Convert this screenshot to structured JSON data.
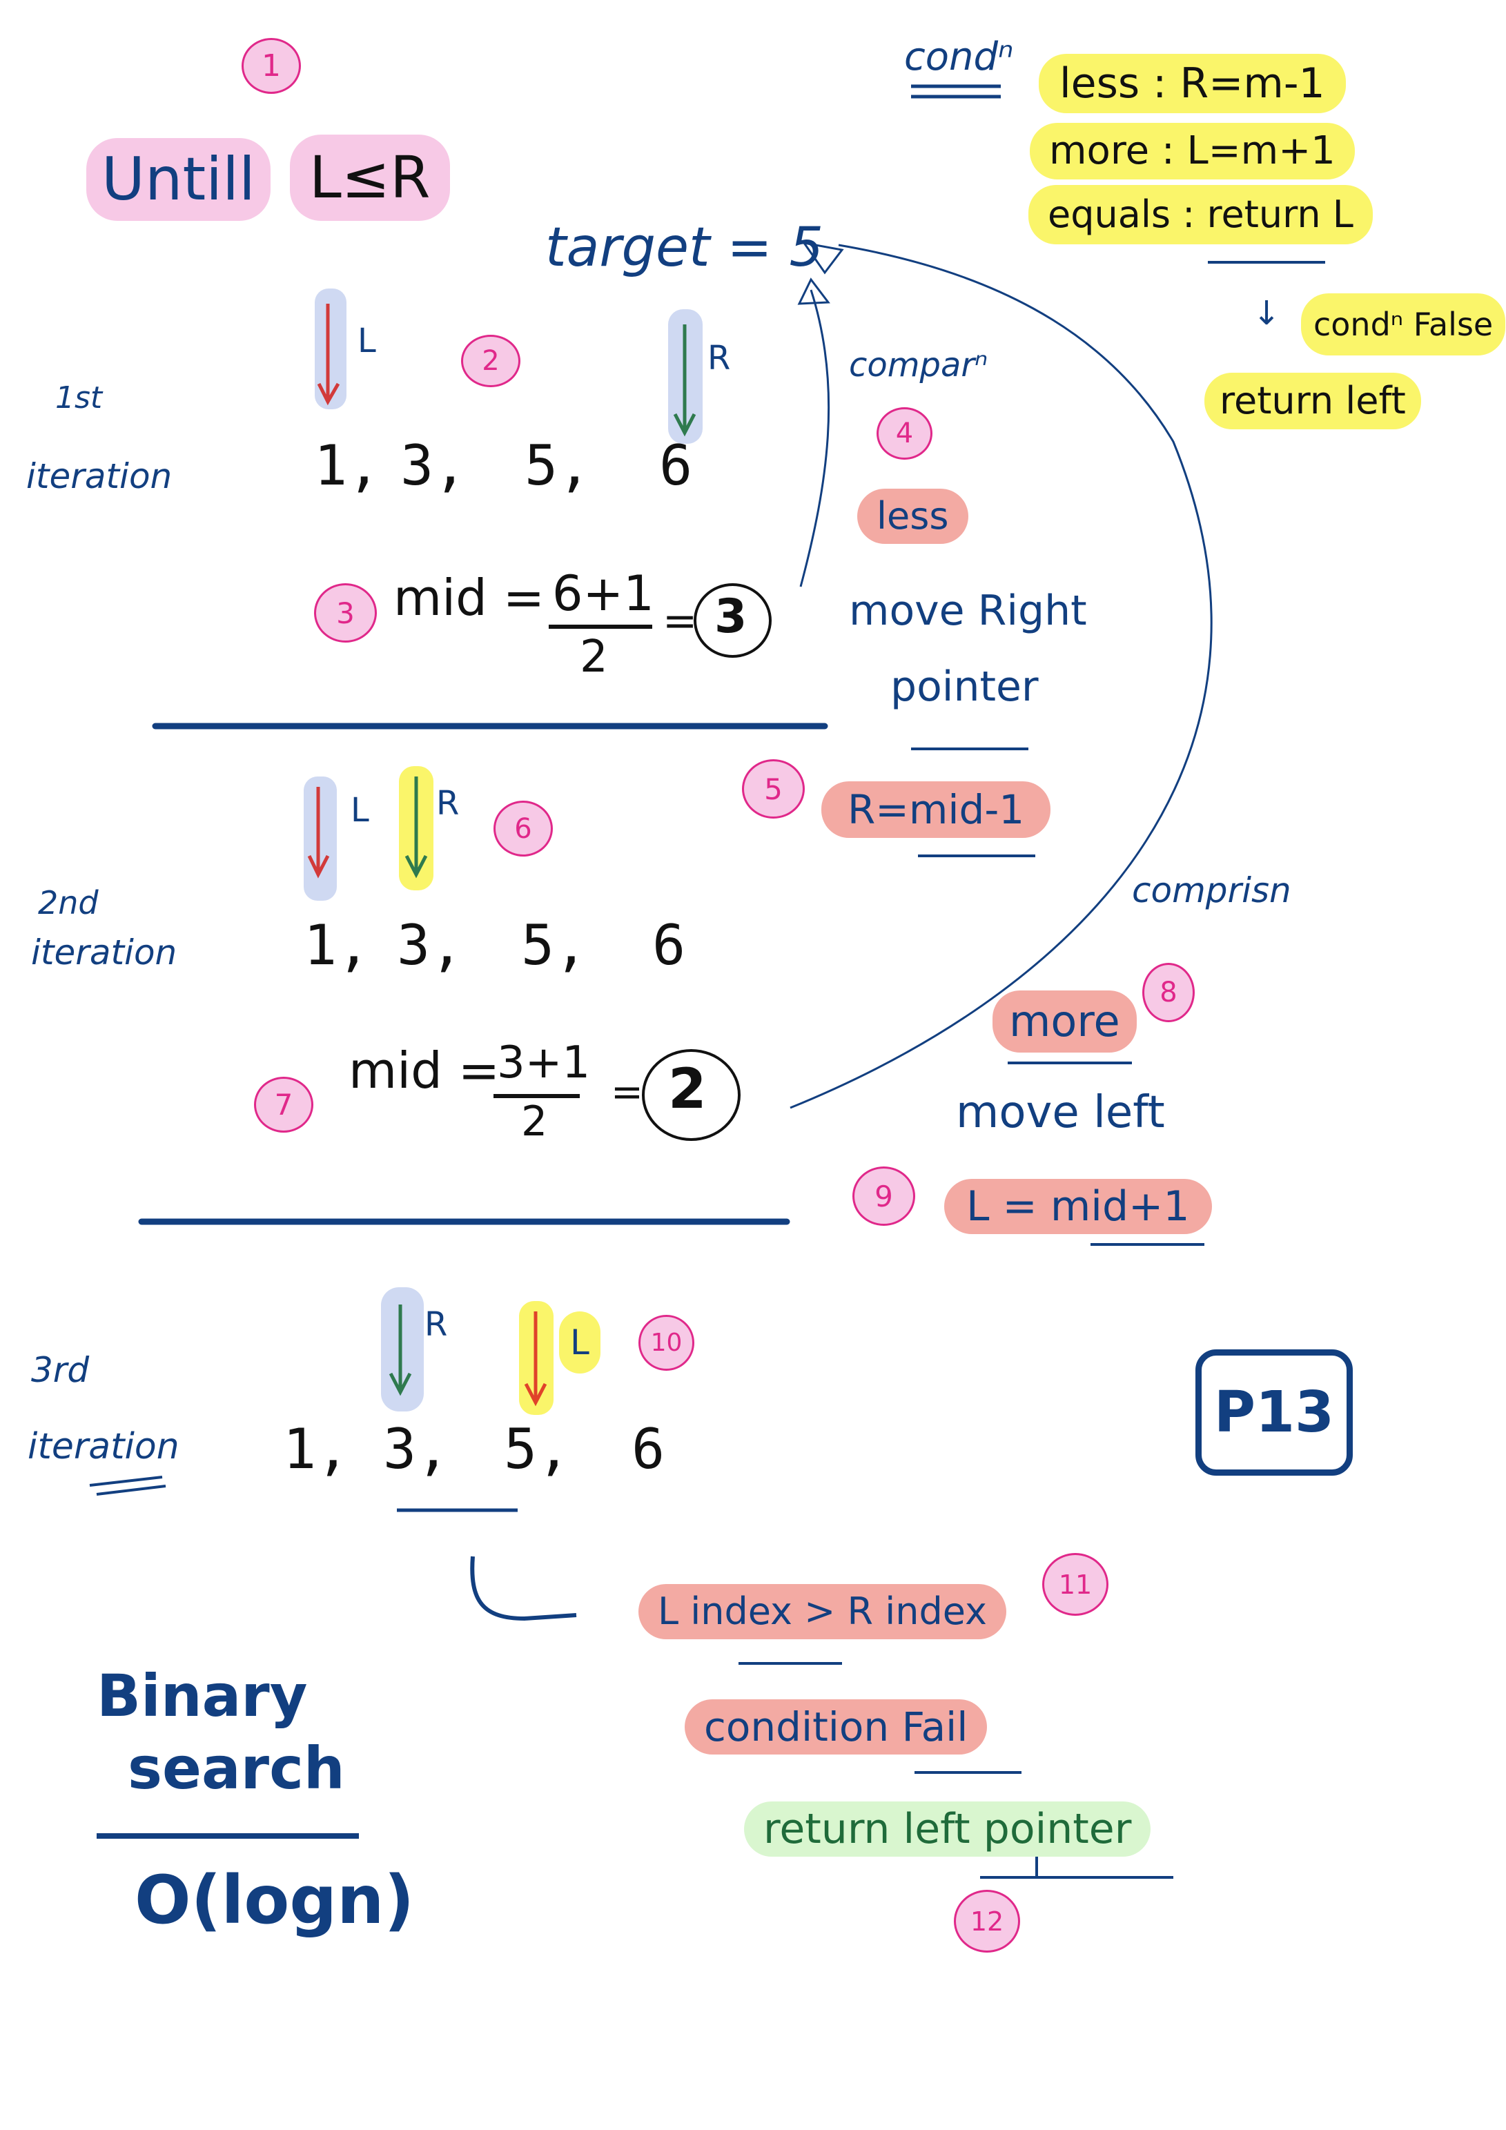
{
  "header": {
    "step1": "1",
    "until_label": "Untill",
    "until_expr": "L≤R",
    "target": "target = 5"
  },
  "conditions": {
    "title": "condⁿ",
    "less": "less : R=m-1",
    "more": "more : L=m+1",
    "equals": "equals : return L",
    "false_label": "condⁿ False",
    "return_left": "return left"
  },
  "iteration1": {
    "label_line1": "1st",
    "label_line2": "iteration",
    "step2": "2",
    "left_ptr": "L",
    "right_ptr": "R",
    "array": [
      "1,",
      "3,",
      "5,",
      "6"
    ],
    "step3": "3",
    "mid_label": "mid =",
    "mid_num": "6+1",
    "mid_den": "2",
    "mid_result": "3"
  },
  "compare1": {
    "label": "comparⁿ",
    "step4": "4",
    "result": "less",
    "action_line1": "move Right",
    "action_line2": "pointer",
    "step5": "5",
    "formula": "R=mid-1"
  },
  "iteration2": {
    "label_line1": "2nd",
    "label_line2": "iteration",
    "left_ptr": "L",
    "right_ptr": "R",
    "step6": "6",
    "array": [
      "1,",
      "3,",
      "5,",
      "6"
    ],
    "step7": "7",
    "mid_label": "mid =",
    "mid_num": "3+1",
    "mid_den": "2",
    "mid_result": "2"
  },
  "compare2": {
    "label": "comprisn",
    "step8": "8",
    "result": "more",
    "action": "move left",
    "step9": "9",
    "formula": "L = mid+1"
  },
  "iteration3": {
    "label_line1": "3rd",
    "label_line2": "iteration",
    "right_ptr": "R",
    "left_ptr": "L",
    "step10": "10",
    "array": [
      "1,",
      "3,",
      "5,",
      "6"
    ]
  },
  "page_badge": "P13",
  "conclusion": {
    "compare": "L index > R index",
    "step11": "11",
    "fail": "condition Fail",
    "result": "return left pointer",
    "step12": "12"
  },
  "summary": {
    "title_line1": "Binary",
    "title_line2": "search",
    "complexity": "O(logn)"
  },
  "colors": {
    "ink_navy": "#123f80",
    "pink_highlight": "#f7c9e6",
    "yellow_highlight": "#faf56a",
    "red_highlight": "#f3aaa3",
    "green_highlight": "#d9f6cf",
    "circle_pink": "#e0288a",
    "arrow_red": "#d23a3a",
    "arrow_green": "#2f7a4e"
  }
}
